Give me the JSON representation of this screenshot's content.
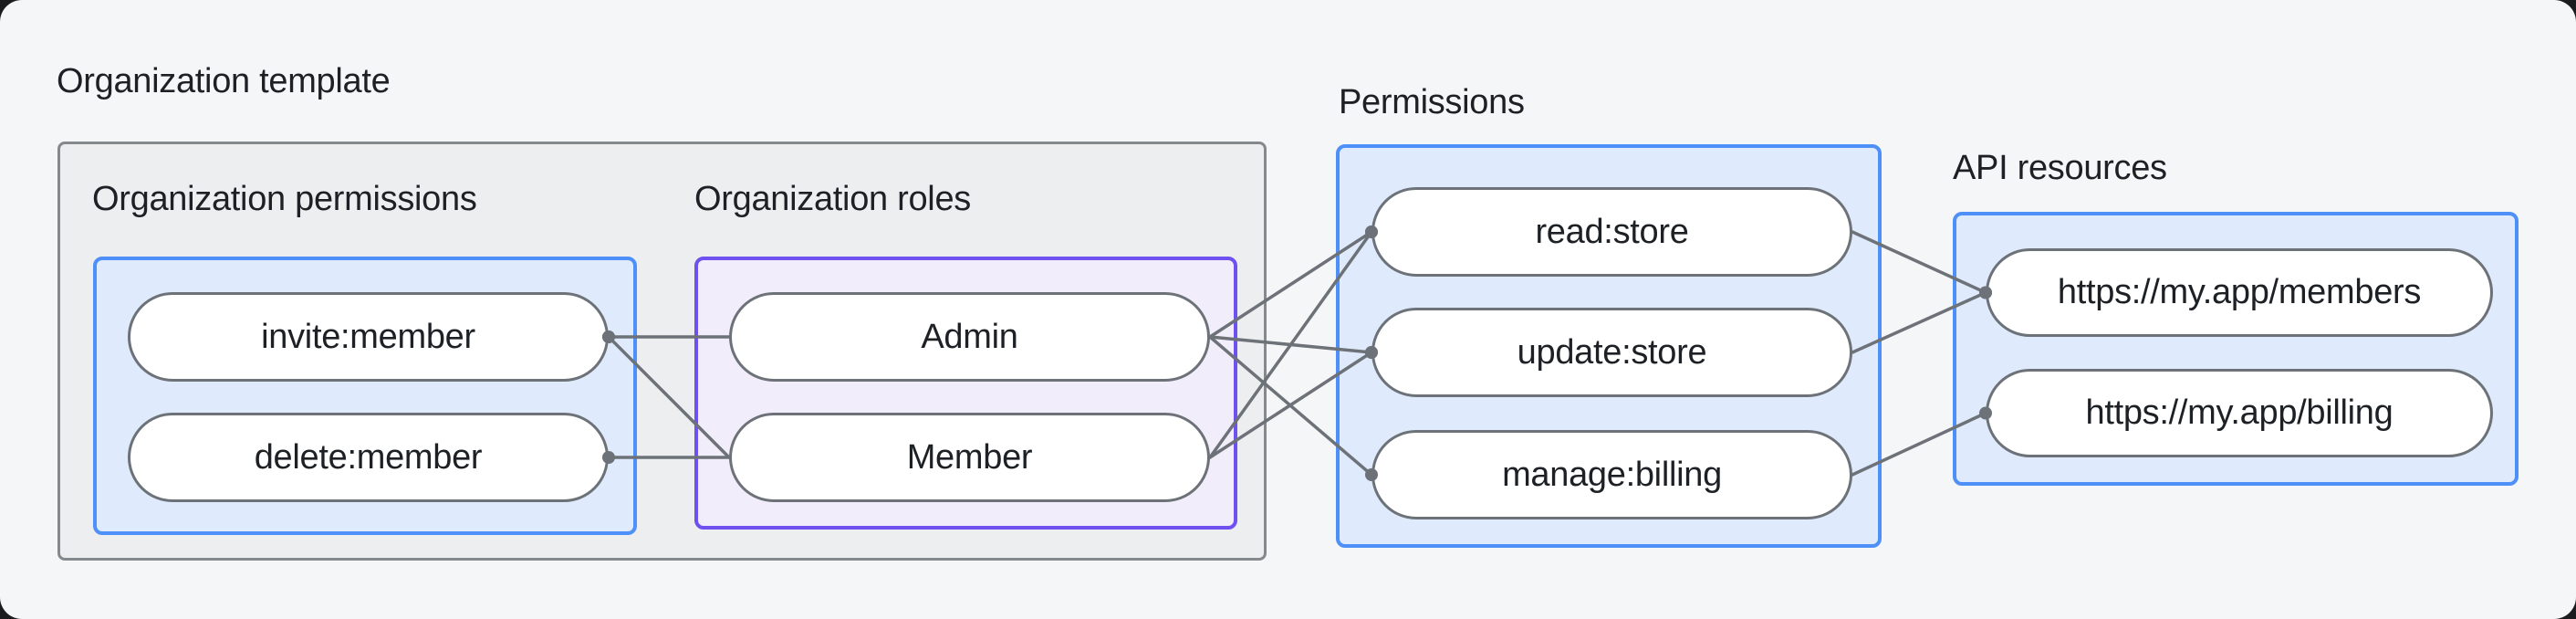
{
  "title": "Organization template",
  "org_template": {
    "permissions": {
      "heading": "Organization permissions",
      "nodes": [
        {
          "id": "invite-member",
          "label": "invite:member"
        },
        {
          "id": "delete-member",
          "label": "delete:member"
        }
      ]
    },
    "roles": {
      "heading": "Organization roles",
      "nodes": [
        {
          "id": "admin",
          "label": "Admin"
        },
        {
          "id": "member",
          "label": "Member"
        }
      ]
    }
  },
  "permissions_group": {
    "heading": "Permissions",
    "nodes": [
      {
        "id": "read-store",
        "label": "read:store"
      },
      {
        "id": "update-store",
        "label": "update:store"
      },
      {
        "id": "manage-billing",
        "label": "manage:billing"
      }
    ]
  },
  "api_resources": {
    "heading": "API resources",
    "nodes": [
      {
        "id": "members-resource",
        "label": "https://my.app/members"
      },
      {
        "id": "billing-resource",
        "label": "https://my.app/billing"
      }
    ]
  },
  "edges": [
    {
      "from": "invite-member",
      "to": "admin",
      "dot": "from"
    },
    {
      "from": "invite-member",
      "to": "member",
      "dot": "from"
    },
    {
      "from": "delete-member",
      "to": "member",
      "dot": "from"
    },
    {
      "from": "admin",
      "to": "read-store",
      "dot": "to"
    },
    {
      "from": "admin",
      "to": "update-store",
      "dot": "to"
    },
    {
      "from": "admin",
      "to": "manage-billing",
      "dot": "to"
    },
    {
      "from": "member",
      "to": "read-store",
      "dot": "to"
    },
    {
      "from": "member",
      "to": "update-store",
      "dot": "to"
    },
    {
      "from": "read-store",
      "to": "members-resource",
      "dot": "to"
    },
    {
      "from": "update-store",
      "to": "members-resource",
      "dot": "to"
    },
    {
      "from": "manage-billing",
      "to": "billing-resource",
      "dot": "to"
    }
  ],
  "colors": {
    "canvas_bg": "#F5F6F7",
    "template_box_bg": "#EDEEF0",
    "template_box_border": "#84898E",
    "blue_box_bg": "#DFEBFC",
    "blue_box_border": "#4E90F7",
    "purple_box_bg": "#F2EDFB",
    "purple_box_border": "#6E51EF",
    "pill_bg": "#FFFFFF",
    "pill_border": "#6D7278",
    "edge_line": "#6D7278",
    "text": "#1D2125"
  }
}
